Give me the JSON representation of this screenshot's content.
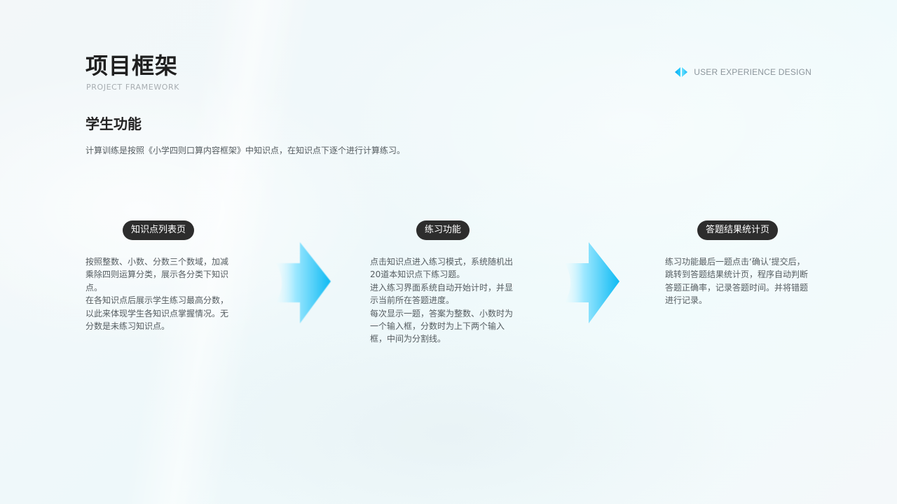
{
  "header": {
    "title": "项目框架",
    "subtitle": "PROJECT FRAMEWORK",
    "brand_text": "USER EXPERIENCE DESIGN"
  },
  "section": {
    "title": "学生功能",
    "description": "计算训练是按照《小学四则口算内容框架》中知识点，在知识点下逐个进行计算练习。"
  },
  "steps": [
    {
      "label": "知识点列表页",
      "paragraphs": [
        "按照整数、小数、分数三个数域，加减乘除四则运算分类，展示各分类下知识点。",
        "在各知识点后展示学生练习最高分数，以此来体现学生各知识点掌握情况。无分数是未练习知识点。"
      ]
    },
    {
      "label": "练习功能",
      "paragraphs": [
        "点击知识点进入练习模式，系统随机出20道本知识点下练习题。",
        "进入练习界面系统自动开始计时，并显示当前所在答题进度。",
        "每次显示一题，答案为整数、小数时为一个输入框，分数时为上下两个输入框，中间为分割线。"
      ]
    },
    {
      "label": "答题结果统计页",
      "paragraphs": [
        "练习功能最后一题点击‘确认’提交后，跳转到答题结果统计页，程序自动判断答题正确率，记录答题时间。并将错题进行记录。"
      ]
    }
  ],
  "icons": {
    "brand": "diamond-logo-icon",
    "flow": "arrow-right-icon"
  },
  "colors": {
    "accent": "#12c2f4",
    "pill_bg": "#2d2d2d",
    "title": "#1f1f1f",
    "body_text": "#555c60"
  }
}
